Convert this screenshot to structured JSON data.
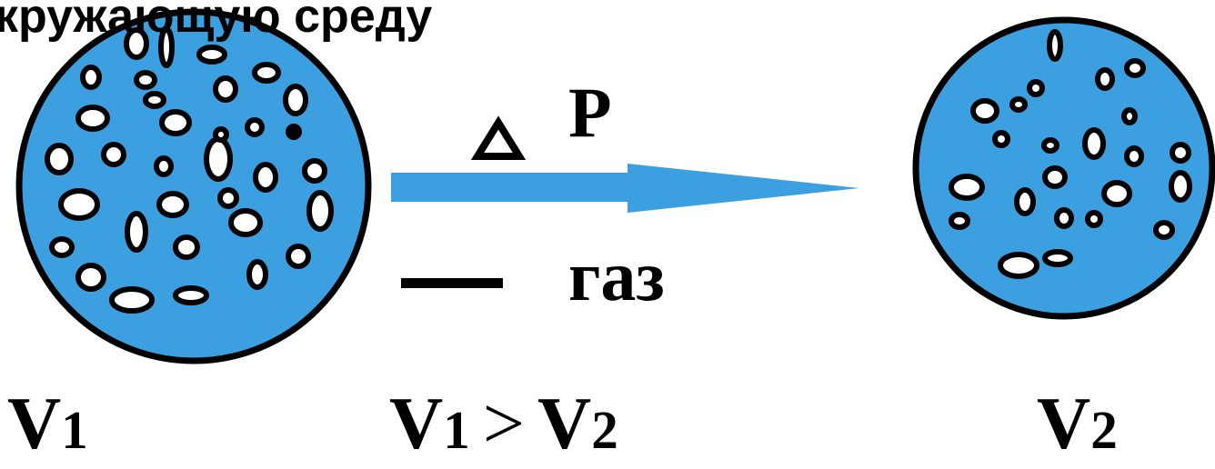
{
  "header": {
    "text": "кружающую среду"
  },
  "diagram": {
    "pressure_symbol": "P",
    "delta_icon": "delta-triangle-icon",
    "gas_text": "газ",
    "minus_icon": "minus-dash-icon",
    "arrow_icon": "right-arrow-icon",
    "fill_color": "#3b9fe0",
    "outline_color": "#000000",
    "left_sphere": {
      "label_main": "V",
      "label_sub": "1"
    },
    "right_sphere": {
      "label_main": "V",
      "label_sub": "2"
    },
    "comparison": {
      "left_main": "V",
      "left_sub": "1",
      "operator": ">",
      "right_main": "V",
      "right_sub": "2"
    }
  }
}
